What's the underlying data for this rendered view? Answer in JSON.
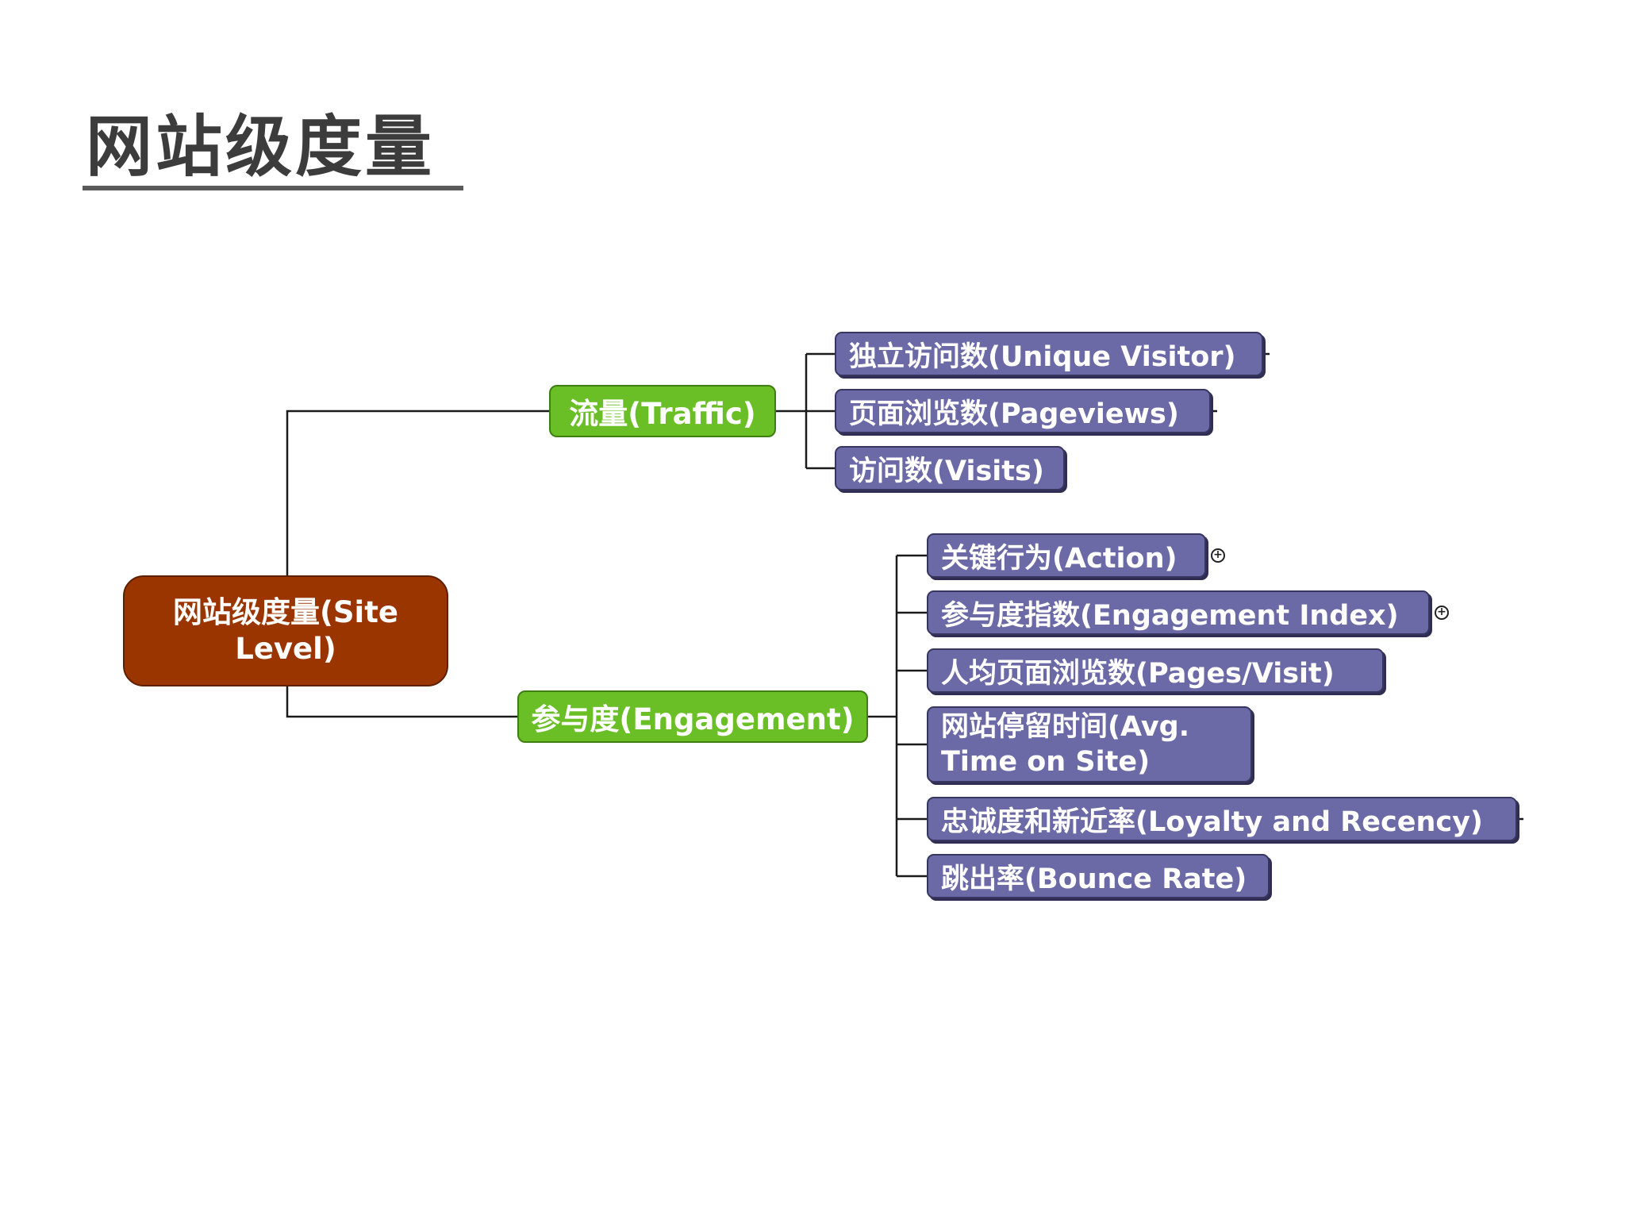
{
  "title": "网站级度量",
  "mindmap": {
    "root": "网站级度量(Site Level)",
    "branches": [
      {
        "label": "流量(Traffic)",
        "children": [
          "独立访问数(Unique Visitor)",
          "页面浏览数(Pageviews)",
          "访问数(Visits)"
        ]
      },
      {
        "label": "参与度(Engagement)",
        "children": [
          "关键行为(Action)",
          "参与度指数(Engagement Index)",
          "人均页面浏览数(Pages/Visit)",
          "网站停留时间(Avg. Time on Site)",
          "忠诚度和新近率(Loyalty and Recency)",
          "跳出率(Bounce Rate)"
        ]
      }
    ],
    "expand_marker": "+",
    "colors": {
      "root": "#9b3500",
      "branch": "#6bbf26",
      "leaf": "#6b6aa6",
      "connector": "#1a1a1a"
    }
  }
}
